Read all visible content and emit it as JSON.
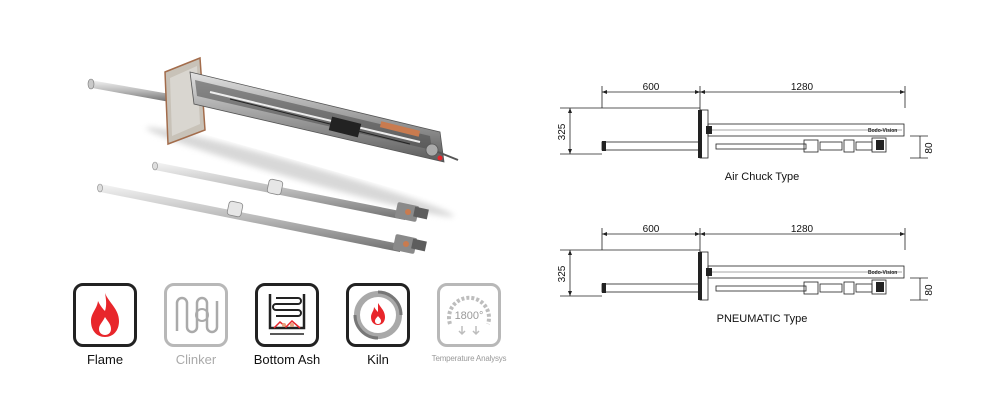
{
  "icons": [
    {
      "label": "Flame",
      "icon": "flame-icon",
      "style": "dark"
    },
    {
      "label": "Clinker",
      "icon": "clinker-icon",
      "style": "light"
    },
    {
      "label": "Bottom Ash",
      "icon": "bottom-ash-icon",
      "style": "dark"
    },
    {
      "label": "Kiln",
      "icon": "kiln-icon",
      "style": "dark"
    },
    {
      "label": "Temperature Analysys",
      "icon": "temperature-gauge-icon",
      "style": "light",
      "gauge_value": "1800°"
    }
  ],
  "drawings": [
    {
      "caption": "Air Chuck Type",
      "dim_left": "600",
      "dim_right": "1280",
      "dim_height": "325",
      "dim_side": "80",
      "brand": "Bodo-Vision"
    },
    {
      "caption": "PNEUMATIC Type",
      "dim_left": "600",
      "dim_right": "1280",
      "dim_height": "325",
      "dim_side": "80",
      "brand": "Bodo-Vision"
    }
  ],
  "colors": {
    "flame_red": "#e8262b",
    "line": "#222222",
    "muted": "#b5b5b5"
  }
}
